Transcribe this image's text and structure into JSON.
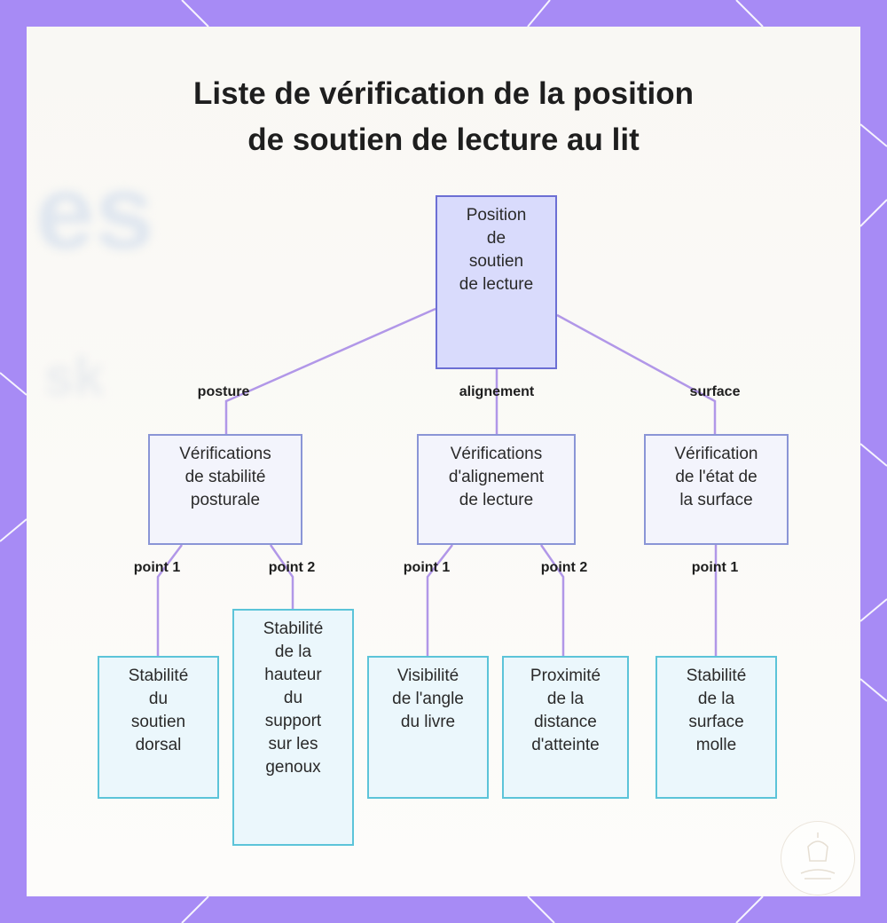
{
  "title_lines": [
    "Liste de vérification de la position",
    "de soutien de lecture au lit"
  ],
  "background_text": [
    "es",
    "sk"
  ],
  "colors": {
    "frame": "#a78bf5",
    "edge": "#b197e8",
    "root_fill": "#d9dbfc",
    "mid_fill": "#f3f4fc",
    "leaf_fill": "#ebf7fc",
    "leaf_border": "#5cc4d9"
  },
  "nodes": {
    "root": [
      "Position",
      "de",
      "soutien",
      "de lecture"
    ],
    "posture": [
      "Vérifications",
      "de stabilité",
      "posturale"
    ],
    "alignement": [
      "Vérifications",
      "d'alignement",
      "de lecture"
    ],
    "surface": [
      "Vérification",
      "de l'état de",
      "la surface"
    ],
    "leaf_dorsal": [
      "Stabilité",
      "du",
      "soutien",
      "dorsal"
    ],
    "leaf_genoux": [
      "Stabilité",
      "de la",
      "hauteur",
      "du",
      "support",
      "sur les",
      "genoux"
    ],
    "leaf_angle": [
      "Visibilité",
      "de l'angle",
      "du livre"
    ],
    "leaf_distance": [
      "Proximité",
      "de la",
      "distance",
      "d'atteinte"
    ],
    "leaf_surface": [
      "Stabilité",
      "de la",
      "surface",
      "molle"
    ]
  },
  "edge_labels": {
    "posture": "posture",
    "alignement": "alignement",
    "surface": "surface",
    "posture_point1": "point 1",
    "posture_point2": "point 2",
    "alignement_point1": "point 1",
    "alignement_point2": "point 2",
    "surface_point1": "point 1"
  }
}
